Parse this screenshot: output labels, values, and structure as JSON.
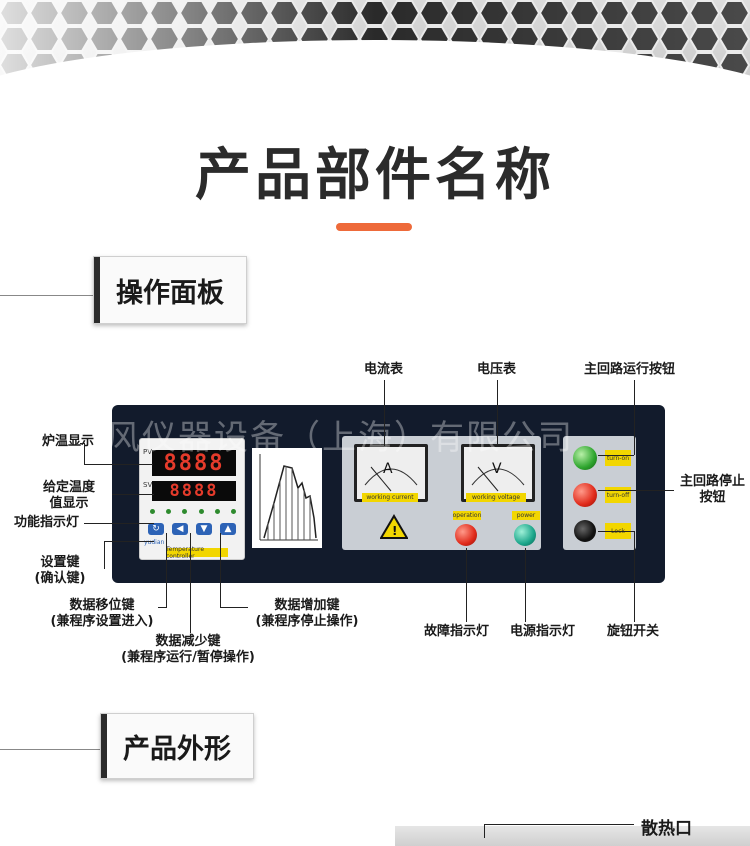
{
  "page_title": "产品部件名称",
  "sections": {
    "panel_heading": "操作面板",
    "shape_heading": "产品外形"
  },
  "watermark": "淮风仪器设备（上海）有限公司",
  "controller": {
    "pv_value": "8888",
    "sv_value": "8888",
    "pv_tag": "PV",
    "sv_tag": "SV",
    "brand": "yudian",
    "caption": "Temperature controller"
  },
  "meters": {
    "ammeter_unit": "A",
    "voltmeter_unit": "V",
    "ammeter_tag": "working current",
    "voltmeter_tag": "working voltage",
    "fault_tag": "operation",
    "power_tag": "power"
  },
  "buttons": {
    "on_label": "turn-on",
    "off_label": "turn-off",
    "lock_label": "Lock"
  },
  "callouts": {
    "ammeter": "电流表",
    "voltmeter": "电压表",
    "main_run": "主回路运行按钮",
    "main_stop_1": "主回路停止",
    "main_stop_2": "按钮",
    "furnace_temp": "炉温显示",
    "setpoint_1": "给定温度",
    "setpoint_2": "值显示",
    "function_lamp": "功能指示灯",
    "set_key_1": "设置键",
    "set_key_2": "(确认键)",
    "shift_key_1": "数据移位键",
    "shift_key_2": "(兼程序设置进入)",
    "inc_key_1": "数据增加键",
    "inc_key_2": "(兼程序停止操作)",
    "dec_key_1": "数据减少键",
    "dec_key_2": "(兼程序运行/暂停操作)",
    "fault_lamp": "故障指示灯",
    "power_lamp": "电源指示灯",
    "knob_switch": "旋钮开关",
    "vent": "散热口"
  },
  "colors": {
    "accent": "#ee6a3a",
    "panel": "#121b2c",
    "led": "#e53b2b"
  }
}
